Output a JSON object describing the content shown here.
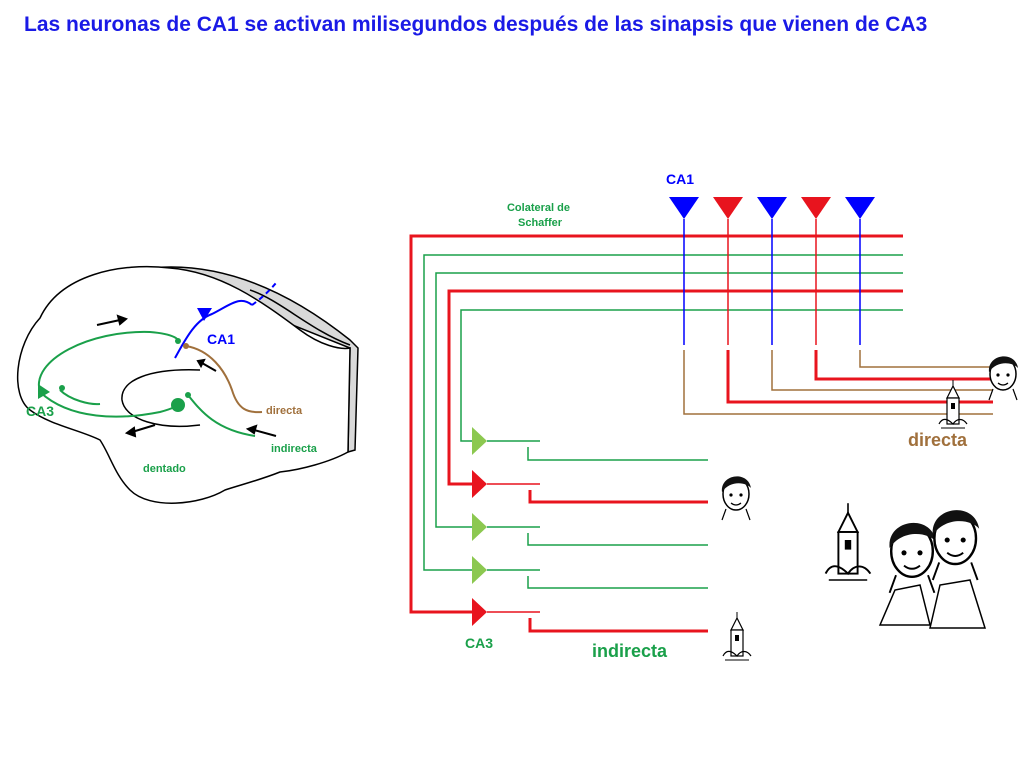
{
  "title": "Las neuronas de CA1 se activan milisegundos después de las sinapsis que vienen de CA3",
  "left_panel": {
    "ca1": "CA1",
    "ca3": "CA3",
    "dentado": "dentado",
    "directa": "directa",
    "indirecta": "indirecta"
  },
  "right_panel": {
    "ca1": "CA1",
    "schaffer": [
      "Colateral de",
      "Schaffer"
    ],
    "ca3": "CA3",
    "directa": "directa",
    "indirecta": "indirecta"
  },
  "colors": {
    "title": "#1a1ae6",
    "ca1_blue": "#0000ff",
    "red": "#e8141e",
    "green": "#1aa04a",
    "light_green": "#8cc850",
    "brown": "#a0703c"
  }
}
